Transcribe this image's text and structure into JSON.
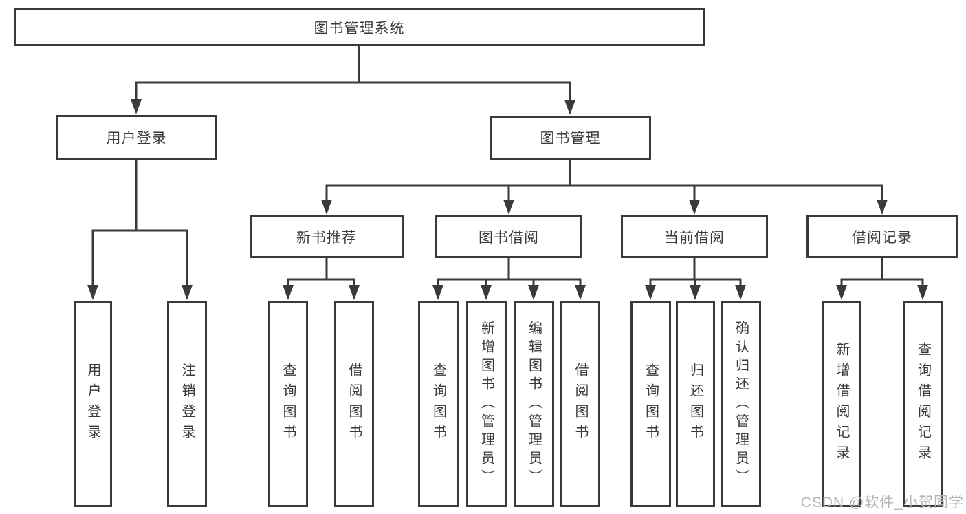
{
  "diagram": {
    "type": "tree",
    "colors": {
      "line": "#3a3a3a",
      "text": "#3a3a3a",
      "box_fill": "#ffffff",
      "watermark": "#b5b5b5"
    },
    "root": {
      "label": "图书管理系统",
      "children": [
        {
          "label": "用户登录",
          "children": [
            {
              "label": "用户登录"
            },
            {
              "label": "注销登录"
            }
          ]
        },
        {
          "label": "图书管理",
          "children": [
            {
              "label": "新书推荐",
              "children": [
                {
                  "label": "查询图书"
                },
                {
                  "label": "借阅图书"
                }
              ]
            },
            {
              "label": "图书借阅",
              "children": [
                {
                  "label": "查询图书"
                },
                {
                  "label": "新增图书（管理员）"
                },
                {
                  "label": "编辑图书（管理员）"
                },
                {
                  "label": "借阅图书"
                }
              ]
            },
            {
              "label": "当前借阅",
              "children": [
                {
                  "label": "查询图书"
                },
                {
                  "label": "归还图书"
                },
                {
                  "label": "确认归还（管理员）"
                }
              ]
            },
            {
              "label": "借阅记录",
              "children": [
                {
                  "label": "新增借阅记录"
                },
                {
                  "label": "查询借阅记录"
                }
              ]
            }
          ]
        }
      ]
    }
  },
  "watermark": {
    "text": "CSDN @软件_小贺同学"
  }
}
